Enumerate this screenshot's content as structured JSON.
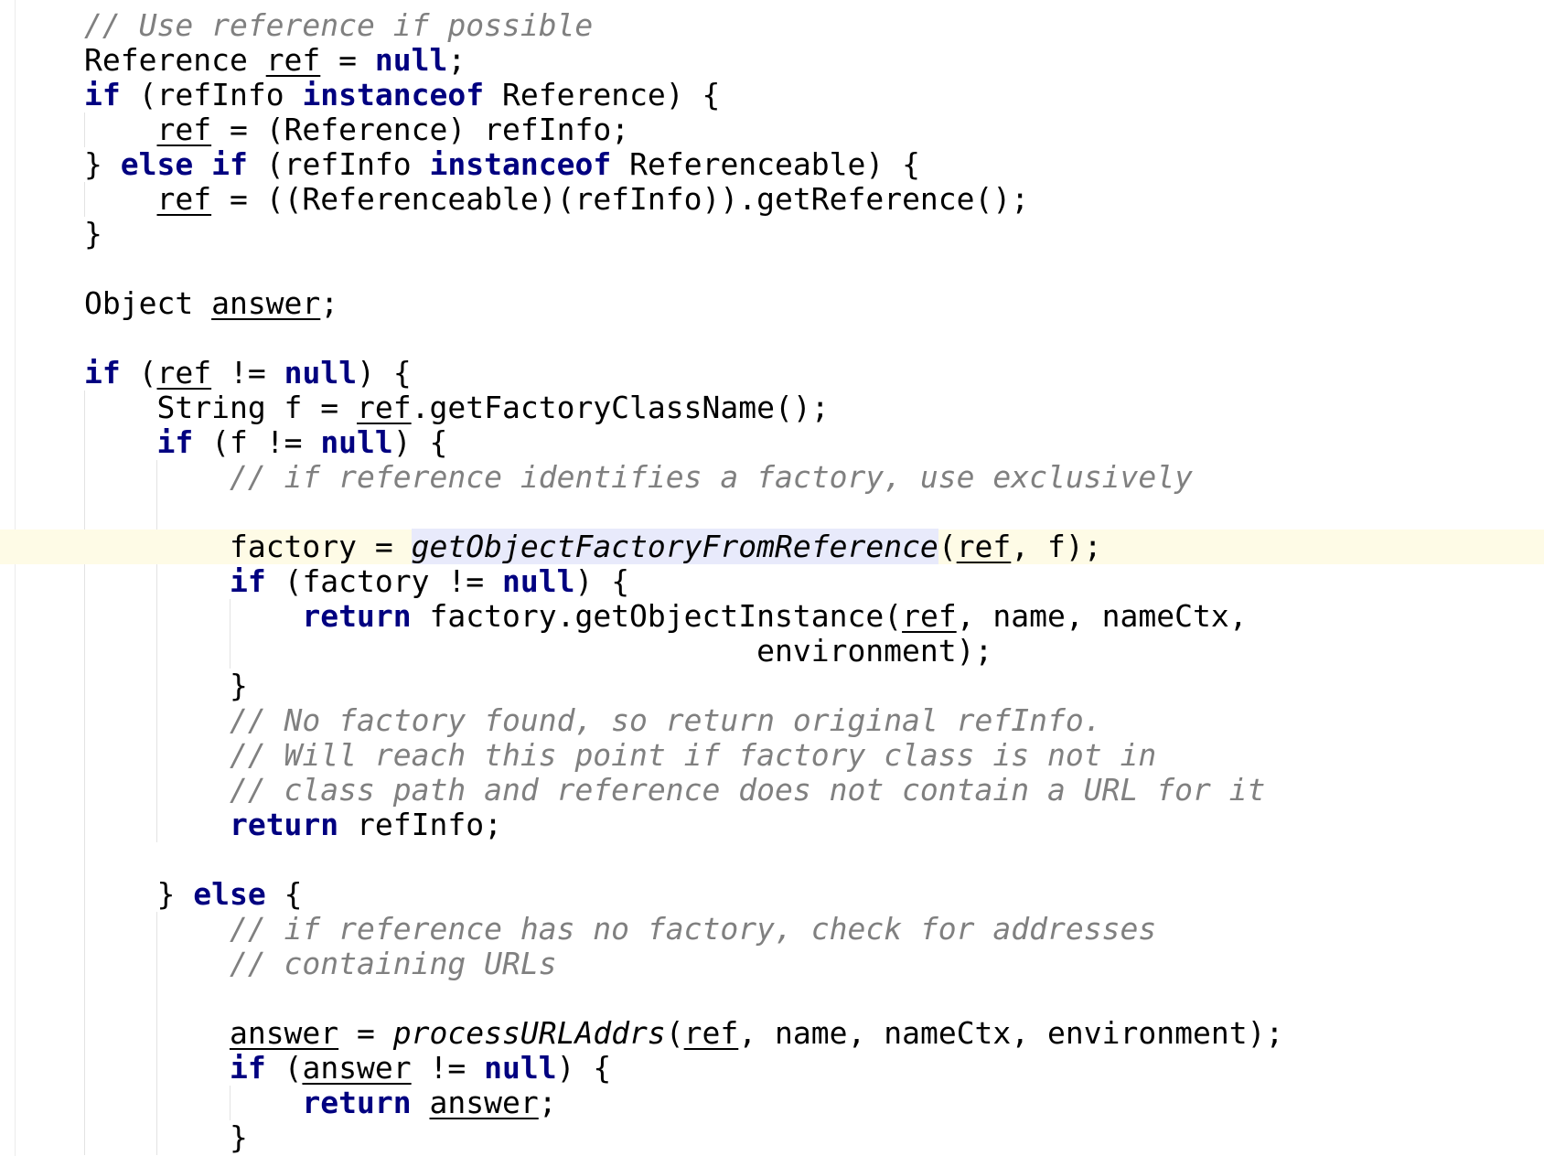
{
  "editor": {
    "language": "java",
    "current_line_index": 15,
    "colors": {
      "background": "#ffffff",
      "keyword": "#000080",
      "comment": "#808080",
      "text": "#000000",
      "current_line": "#fefbe6",
      "identifier_highlight": "#e8eafb",
      "indent_guide": "#e3e3e3"
    },
    "lines": [
      {
        "indent": 0,
        "tokens": [
          {
            "t": "// Use reference if possible",
            "s": "cm"
          }
        ]
      },
      {
        "indent": 0,
        "tokens": [
          {
            "t": "Reference "
          },
          {
            "t": "ref",
            "s": "ul"
          },
          {
            "t": " = "
          },
          {
            "t": "null",
            "s": "kw"
          },
          {
            "t": ";"
          }
        ]
      },
      {
        "indent": 0,
        "tokens": [
          {
            "t": "if",
            "s": "kw"
          },
          {
            "t": " (refInfo "
          },
          {
            "t": "instanceof",
            "s": "kw"
          },
          {
            "t": " Reference) {"
          }
        ]
      },
      {
        "indent": 1,
        "tokens": [
          {
            "t": "ref",
            "s": "ul"
          },
          {
            "t": " = (Reference) refInfo;"
          }
        ]
      },
      {
        "indent": 0,
        "tokens": [
          {
            "t": "} "
          },
          {
            "t": "else",
            "s": "kw"
          },
          {
            "t": " "
          },
          {
            "t": "if",
            "s": "kw"
          },
          {
            "t": " (refInfo "
          },
          {
            "t": "instanceof",
            "s": "kw"
          },
          {
            "t": " Referenceable) {"
          }
        ]
      },
      {
        "indent": 1,
        "tokens": [
          {
            "t": "ref",
            "s": "ul"
          },
          {
            "t": " = ((Referenceable)(refInfo)).getReference();"
          }
        ]
      },
      {
        "indent": 0,
        "tokens": [
          {
            "t": "}"
          }
        ]
      },
      {
        "indent": 0,
        "tokens": []
      },
      {
        "indent": 0,
        "tokens": [
          {
            "t": "Object "
          },
          {
            "t": "answer",
            "s": "ul"
          },
          {
            "t": ";"
          }
        ]
      },
      {
        "indent": 0,
        "tokens": []
      },
      {
        "indent": 0,
        "tokens": [
          {
            "t": "if",
            "s": "kw"
          },
          {
            "t": " ("
          },
          {
            "t": "ref",
            "s": "ul"
          },
          {
            "t": " != "
          },
          {
            "t": "null",
            "s": "kw"
          },
          {
            "t": ") {"
          }
        ]
      },
      {
        "indent": 1,
        "tokens": [
          {
            "t": "String f = "
          },
          {
            "t": "ref",
            "s": "ul"
          },
          {
            "t": ".getFactoryClassName();"
          }
        ]
      },
      {
        "indent": 1,
        "tokens": [
          {
            "t": "if",
            "s": "kw"
          },
          {
            "t": " (f != "
          },
          {
            "t": "null",
            "s": "kw"
          },
          {
            "t": ") {"
          }
        ]
      },
      {
        "indent": 2,
        "tokens": [
          {
            "t": "// if reference identifies a factory, use exclusively",
            "s": "cm"
          }
        ]
      },
      {
        "indent": 0,
        "tokens": []
      },
      {
        "indent": 2,
        "tokens": [
          {
            "t": "factory = "
          },
          {
            "t": "getObjectFactoryFromReference",
            "s": "it-hl"
          },
          {
            "t": "("
          },
          {
            "t": "ref",
            "s": "ul"
          },
          {
            "t": ", f);"
          }
        ]
      },
      {
        "indent": 2,
        "tokens": [
          {
            "t": "if",
            "s": "kw"
          },
          {
            "t": " (factory != "
          },
          {
            "t": "null",
            "s": "kw"
          },
          {
            "t": ") {"
          }
        ]
      },
      {
        "indent": 3,
        "tokens": [
          {
            "t": "return",
            "s": "kw"
          },
          {
            "t": " factory.getObjectInstance("
          },
          {
            "t": "ref",
            "s": "ul"
          },
          {
            "t": ", name, nameCtx,"
          }
        ]
      },
      {
        "indent": 0,
        "tokens": [
          {
            "t": "                                     environment);"
          }
        ]
      },
      {
        "indent": 2,
        "tokens": [
          {
            "t": "}"
          }
        ]
      },
      {
        "indent": 2,
        "tokens": [
          {
            "t": "// No factory found, so return original refInfo.",
            "s": "cm"
          }
        ]
      },
      {
        "indent": 2,
        "tokens": [
          {
            "t": "// Will reach this point if factory class is not in",
            "s": "cm"
          }
        ]
      },
      {
        "indent": 2,
        "tokens": [
          {
            "t": "// class path and reference does not contain a URL for it",
            "s": "cm"
          }
        ]
      },
      {
        "indent": 2,
        "tokens": [
          {
            "t": "return",
            "s": "kw"
          },
          {
            "t": " refInfo;"
          }
        ]
      },
      {
        "indent": 0,
        "tokens": []
      },
      {
        "indent": 1,
        "tokens": [
          {
            "t": "} "
          },
          {
            "t": "else",
            "s": "kw"
          },
          {
            "t": " {"
          }
        ]
      },
      {
        "indent": 2,
        "tokens": [
          {
            "t": "// if reference has no factory, check for addresses",
            "s": "cm"
          }
        ]
      },
      {
        "indent": 2,
        "tokens": [
          {
            "t": "// containing URLs",
            "s": "cm"
          }
        ]
      },
      {
        "indent": 0,
        "tokens": []
      },
      {
        "indent": 2,
        "tokens": [
          {
            "t": "answer",
            "s": "ul"
          },
          {
            "t": " = "
          },
          {
            "t": "processURLAddrs",
            "s": "it"
          },
          {
            "t": "("
          },
          {
            "t": "ref",
            "s": "ul"
          },
          {
            "t": ", name, nameCtx, environment);"
          }
        ]
      },
      {
        "indent": 2,
        "tokens": [
          {
            "t": "if",
            "s": "kw"
          },
          {
            "t": " ("
          },
          {
            "t": "answer",
            "s": "ul"
          },
          {
            "t": " != "
          },
          {
            "t": "null",
            "s": "kw"
          },
          {
            "t": ") {"
          }
        ]
      },
      {
        "indent": 3,
        "tokens": [
          {
            "t": "return",
            "s": "kw"
          },
          {
            "t": " "
          },
          {
            "t": "answer",
            "s": "ul"
          },
          {
            "t": ";"
          }
        ]
      },
      {
        "indent": 2,
        "tokens": [
          {
            "t": "}"
          }
        ]
      }
    ]
  }
}
